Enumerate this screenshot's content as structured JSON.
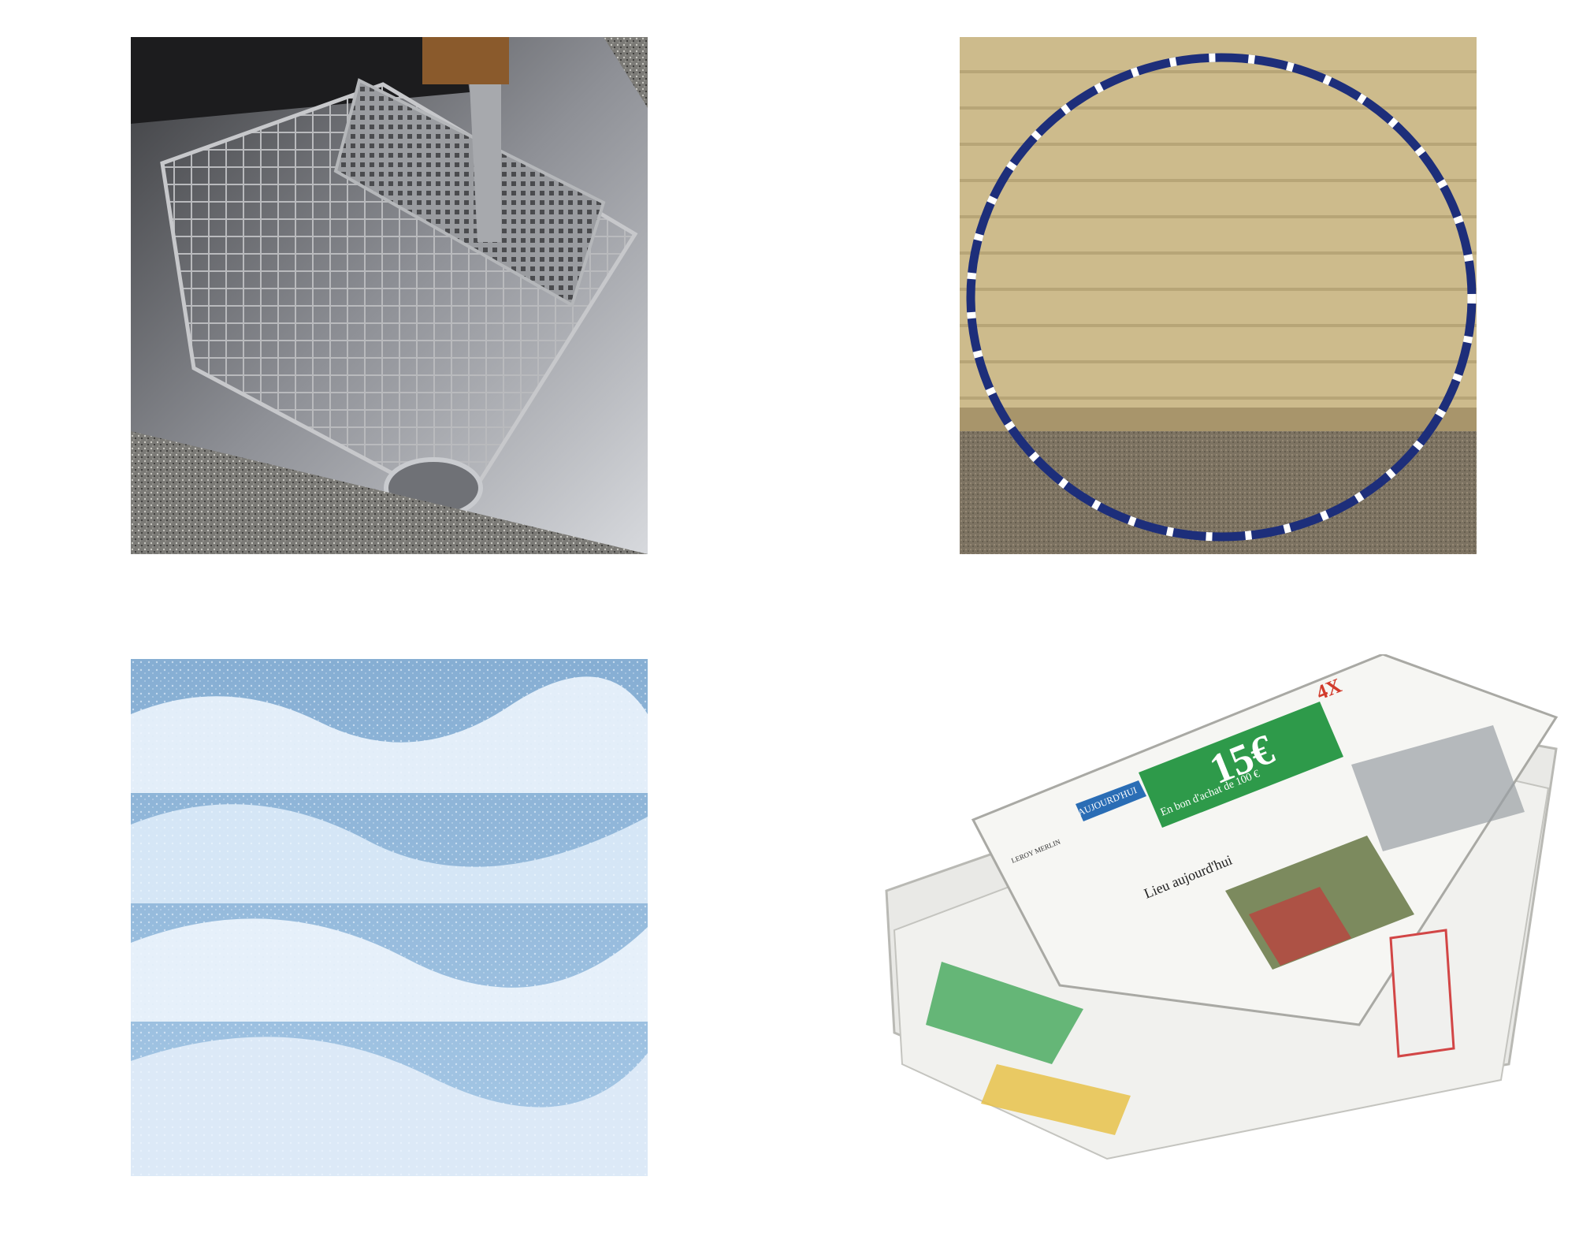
{
  "grid": {
    "images": [
      {
        "subject": "dishwasher-rack"
      },
      {
        "subject": "hula-hoop"
      },
      {
        "subject": "snow"
      },
      {
        "subject": "newspaper-stack"
      }
    ]
  },
  "newspaper": {
    "price": "15€",
    "banner_left": "AUJOURD'HUI",
    "headline": "Lieu aujourd'hui",
    "brand": "4X",
    "offer": "En bon d'achat de 100 €",
    "store": "LEROY MERLIN"
  },
  "colors": {
    "background": "#ffffff",
    "dishwasher_steel": "#8f9093",
    "hoop_blue": "#1d2e7a",
    "wall_tan": "#cdbb8c",
    "snow_blue": "#9fc2e0",
    "newspaper_green": "#2e9a4a"
  }
}
